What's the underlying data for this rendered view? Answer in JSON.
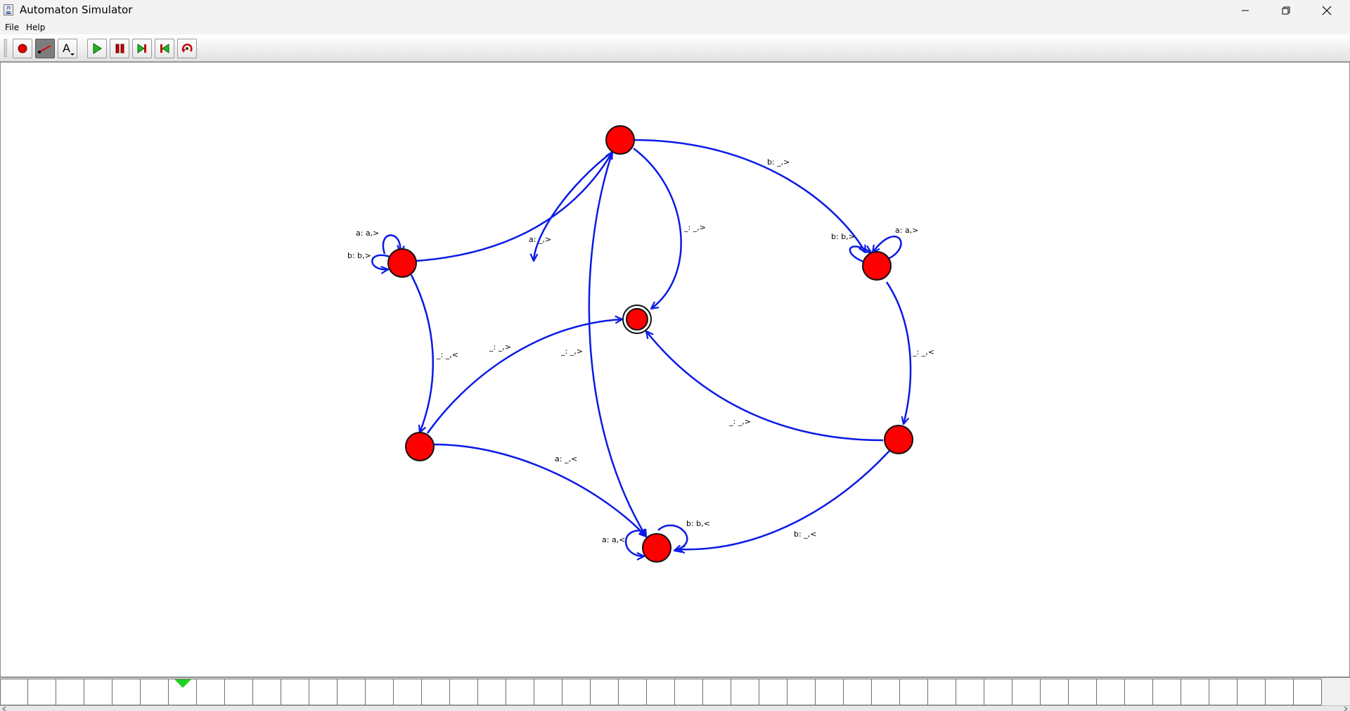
{
  "window": {
    "title": "Automaton Simulator"
  },
  "menu": {
    "items": [
      "File",
      "Help"
    ]
  },
  "toolbar": {
    "buttons": [
      {
        "name": "add-state",
        "icon": "red-dot-icon"
      },
      {
        "name": "add-transition",
        "icon": "arrow-line-icon",
        "selected": true
      },
      {
        "name": "text-tool",
        "icon": "text-a-icon"
      },
      {
        "name": "run",
        "icon": "play-icon"
      },
      {
        "name": "pause",
        "icon": "pause-icon"
      },
      {
        "name": "step-forward",
        "icon": "step-forward-icon"
      },
      {
        "name": "step-back",
        "icon": "step-back-icon"
      },
      {
        "name": "reset",
        "icon": "reset-icon"
      }
    ],
    "text_tool_glyph": "A"
  },
  "colors": {
    "state_fill": "#ff0000",
    "edge": "#0a1ae6",
    "tape_head": "#20d020"
  },
  "automaton": {
    "state_count": 7,
    "accept_state_count": 1,
    "transition_labels": {
      "t1": "b: _,>",
      "t2": "a: _,>",
      "t3": "_: _,>",
      "t4": "a: a,>",
      "t5": "b: b,>",
      "t6": "b: b,>",
      "t7": "a: a,>",
      "t8": "_: _,<",
      "t9": "_: _,>",
      "t10": "_: _,>",
      "t11": "_: _,<",
      "t12": "_: _,>",
      "t13": "a: _,<",
      "t14": "b: b,<",
      "t15": "a: a,<",
      "t16": "b: _,<"
    }
  },
  "tape": {
    "cells": [
      "",
      "",
      "",
      "",
      "",
      "",
      "",
      "",
      "",
      "",
      "",
      "",
      "",
      "",
      "",
      "",
      "",
      "",
      "",
      "",
      "",
      "",
      "",
      "",
      "",
      "",
      "",
      "",
      "",
      "",
      "",
      "",
      "",
      "",
      "",
      "",
      "",
      "",
      "",
      "",
      "",
      "",
      "",
      "",
      "",
      "",
      ""
    ],
    "head_index": 6
  }
}
